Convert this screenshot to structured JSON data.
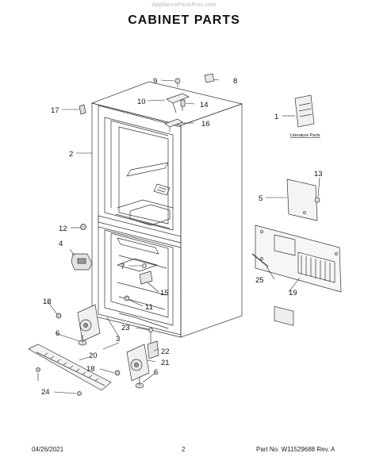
{
  "watermark": "AppliancePartsPros.com",
  "title": "CABINET PARTS",
  "literature_label": "Literature Parts",
  "callouts": {
    "c1": "1",
    "c2": "2",
    "c3": "3",
    "c4": "4",
    "c5": "5",
    "c6a": "6",
    "c6b": "6",
    "c7": "7",
    "c8": "8",
    "c9": "9",
    "c10": "10",
    "c11": "11",
    "c12": "12",
    "c13": "13",
    "c14": "14",
    "c15": "15",
    "c16": "16",
    "c17": "17",
    "c18a": "18",
    "c18b": "18",
    "c19": "19",
    "c20": "20",
    "c21": "21",
    "c22": "22",
    "c23": "23",
    "c24": "24",
    "c25": "25"
  },
  "footer": {
    "date": "04/26/2021",
    "page": "2",
    "part": "Part No. W11529688  Rev. A"
  }
}
